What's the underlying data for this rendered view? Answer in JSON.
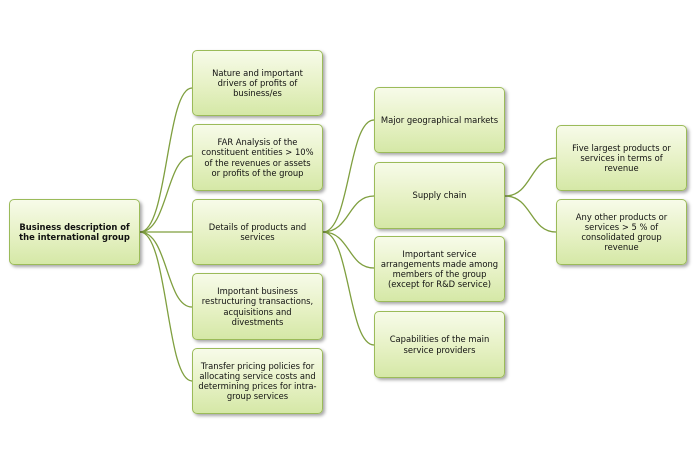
{
  "nodes": {
    "root": "Business description of the international group",
    "nature": "Nature and important drivers of profits of business/es",
    "far": "FAR Analysis of the constituent entities > 10% of the revenues or assets or profits of the group",
    "details": "Details of products and services",
    "restructuring": "Important business restructuring transactions, acquisitions and divestments",
    "transfer_pricing": "Transfer pricing policies for allocating service costs and determining prices for intra-group services",
    "markets": "Major geographical markets",
    "supply_chain": "Supply chain",
    "service_arrangements": "Important service arrangements made among members of the group (except for R&D service)",
    "capabilities": "Capabilities of the main service providers",
    "five_largest": "Five largest products or services in terms of revenue",
    "other_products": "Any other products or services > 5 % of consolidated group revenue"
  },
  "colors": {
    "box_border": "#9bbb59",
    "connector": "#7f9f3f"
  }
}
